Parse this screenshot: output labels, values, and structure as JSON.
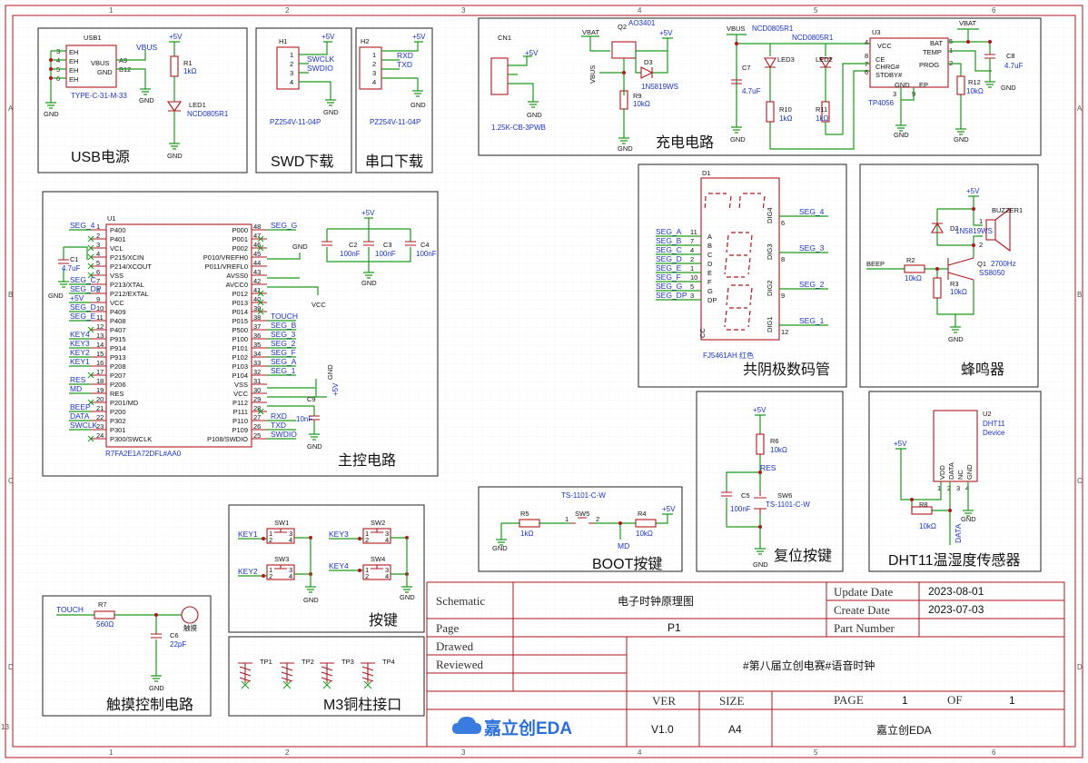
{
  "border": {
    "cols": [
      "1",
      "2",
      "3",
      "4",
      "5",
      "6"
    ],
    "rows": [
      "A",
      "B",
      "C",
      "D"
    ],
    "corner_number": "13"
  },
  "modules": {
    "usb": "USB电源",
    "swd": "SWD下载",
    "uart": "串口下载",
    "charge": "充电电路",
    "seg": "共阴极数码管",
    "buzzer": "蜂鸣器",
    "mcu": "主控电路",
    "reset": "复位按键",
    "dht": "DHT11温湿度传感器",
    "boot": "BOOT按键",
    "keys": "按键",
    "touch": "触摸控制电路",
    "m3": "M3铜柱接口"
  },
  "usb_block": {
    "connector_ref": "USB1",
    "connector_part": "TYPE-C-31-M-33",
    "pins": [
      "EH",
      "EH",
      "EH",
      "EH"
    ],
    "pin_nums": [
      "3",
      "4",
      "5",
      "6"
    ],
    "vbus_pin": "A9",
    "gnd_pin": "B12",
    "vbus_label": "VBUS",
    "gnd_label": "GND",
    "vbus_net": "VBUS",
    "supply": "+5V",
    "r_ref": "R1",
    "r_val": "1kΩ",
    "led_ref": "LED1",
    "led_part": "NCD0805R1",
    "gnd": "GND"
  },
  "swd_block": {
    "ref": "H1",
    "supply": "+5V",
    "nets": [
      "SWCLK",
      "SWDIO"
    ],
    "pins": [
      "1",
      "2",
      "3",
      "4"
    ],
    "part": "PZ254V-11-04P",
    "gnd": "GND"
  },
  "uart_block": {
    "ref": "H2",
    "supply": "+5V",
    "nets": [
      "RXD",
      "TXD"
    ],
    "pins": [
      "1",
      "2",
      "3",
      "4"
    ],
    "part": "PZ254V-11-04P",
    "gnd": "GND"
  },
  "charge_block": {
    "cn_ref": "CN1",
    "cn_part": "1.25K-CB-3PWB",
    "cn_supply": "+5V",
    "vbat": "VBAT",
    "q_ref": "Q2",
    "q_part": "AO3401",
    "supply": "+5V",
    "d_ref": "D3",
    "d_part": "1N5819WS",
    "vbus": "VBUS",
    "r9_ref": "R9",
    "r9_val": "10kΩ",
    "vbus2": "VBUS",
    "led3_part": "NCD0805R1",
    "led2_part": "NCD0805R1",
    "c7_ref": "C7",
    "c7_val": "4.7uF",
    "led3_ref": "LED3",
    "led2_ref": "LED2",
    "r10_ref": "R10",
    "r10_val": "1kΩ",
    "r11_ref": "R11",
    "r11_val": "1kΩ",
    "u3_ref": "U3",
    "u3_part": "TP4056",
    "u3_pins_left": [
      "VCC",
      "CE",
      "CHRG#",
      "STDBY#"
    ],
    "u3_pin_nums_left": [
      "4",
      "8",
      "7",
      "6"
    ],
    "u3_pins_right": [
      "BAT",
      "TEMP",
      "PROG"
    ],
    "u3_pin_nums_right": [
      "5",
      "1",
      "2"
    ],
    "u3_pins_bottom": [
      "GND",
      "EP"
    ],
    "u3_pin_nums_bottom": [
      "3",
      "9"
    ],
    "vbat2": "VBAT",
    "c8_ref": "C8",
    "c8_val": "4.7uF",
    "r12_ref": "R12",
    "r12_val": "10kΩ",
    "gnd": "GND"
  },
  "mcu_block": {
    "ref": "U1",
    "part": "R7FA2E1A72DFL#AA0",
    "left_pins": [
      "P400",
      "P401",
      "VCL",
      "P215/XCIN",
      "P214/XCOUT",
      "VSS",
      "P213/XTAL",
      "P212/EXTAL",
      "VCC",
      "P409",
      "P408",
      "P407",
      "P915",
      "P914",
      "P913",
      "P208",
      "P207",
      "P206",
      "RES",
      "P201/MD",
      "P200",
      "P302",
      "P301",
      "P300/SWCLK"
    ],
    "left_nums": [
      "1",
      "2",
      "3",
      "4",
      "5",
      "6",
      "7",
      "8",
      "9",
      "10",
      "11",
      "12",
      "13",
      "14",
      "15",
      "16",
      "17",
      "18",
      "19",
      "20",
      "21",
      "22",
      "23",
      "24"
    ],
    "left_nets": [
      "SEG_4",
      "",
      "",
      "",
      "",
      "",
      "SEG_C",
      "SEG_DP",
      "+5V",
      "SEG_D",
      "SEG_E",
      "",
      "KEY4",
      "KEY3",
      "KEY2",
      "KEY1",
      "",
      "RES",
      "MD",
      "",
      "BEEP",
      "DATA",
      "SWCLK",
      ""
    ],
    "right_pins": [
      "P000",
      "P001",
      "P002",
      "P010/VREFH0",
      "P011/VREFL0",
      "AVSS0",
      "AVCC0",
      "P012",
      "P013",
      "P014",
      "P015",
      "P500",
      "P100",
      "P101",
      "P102",
      "P103",
      "P104",
      "VSS",
      "VCC",
      "P112",
      "P111",
      "P110",
      "P109",
      "P108/SWDIO"
    ],
    "right_nums": [
      "48",
      "47",
      "46",
      "45",
      "44",
      "43",
      "42",
      "41",
      "40",
      "39",
      "38",
      "37",
      "36",
      "35",
      "34",
      "33",
      "32",
      "31",
      "30",
      "29",
      "28",
      "27",
      "26",
      "25"
    ],
    "right_nets": [
      "SEG_G",
      "",
      "",
      "",
      "",
      "",
      "",
      "",
      "",
      "",
      "TOUCH",
      "SEG_B",
      "SEG_3",
      "SEG_2",
      "SEG_F",
      "SEG_A",
      "SEG_1",
      "",
      "",
      "",
      "",
      "RXD",
      "TXD",
      "SWDIO"
    ],
    "c1_ref": "C1",
    "c1_val": "4.7uF",
    "c2_ref": "C2",
    "c2_val": "100nF",
    "c3_ref": "C3",
    "c3_val": "100nF",
    "c4_ref": "C4",
    "c4_val": "100nF",
    "c9_ref": "C9",
    "c9_val": "10nF",
    "supply": "+5V",
    "vcc": "VCC",
    "gnd": "GND"
  },
  "seg_block": {
    "ref": "D1",
    "part": "FJ5461AH 红色",
    "seg_nets": [
      "SEG_A",
      "SEG_B",
      "SEG_C",
      "SEG_D",
      "SEG_E",
      "SEG_F",
      "SEG_G",
      "SEG_DP"
    ],
    "seg_letters": [
      "A",
      "B",
      "C",
      "D",
      "E",
      "F",
      "G",
      "DP"
    ],
    "seg_nums": [
      "11",
      "7",
      "4",
      "2",
      "1",
      "10",
      "5",
      "3"
    ],
    "digit_nets": [
      "SEG_4",
      "SEG_3",
      "SEG_2",
      "SEG_1"
    ],
    "digit_labels": [
      "DIG4",
      "DIG3",
      "DIG2",
      "DIG1"
    ],
    "digit_nums": [
      "6",
      "8",
      "9",
      "12"
    ],
    "cc": "CC"
  },
  "buzzer_block": {
    "supply": "+5V",
    "d_ref": "D2",
    "d_part": "1N5819WS",
    "bz_ref": "BUZZER1",
    "bz_pins": [
      "1",
      "2"
    ],
    "bz_freq": "2700Hz",
    "net": "BEEP",
    "r2_ref": "R2",
    "r2_val": "10kΩ",
    "q_ref": "Q1",
    "q_part": "SS8050",
    "r3_ref": "R3",
    "r3_val": "10kΩ",
    "gnd": "GND"
  },
  "reset_block": {
    "supply": "+5V",
    "r6_ref": "R6",
    "r6_val": "10kΩ",
    "net": "RES",
    "c5_ref": "C5",
    "c5_val": "100nF",
    "sw_ref": "SW6",
    "sw_part": "TS-1101-C-W",
    "gnd": "GND"
  },
  "dht_block": {
    "ref": "U2",
    "part": "DHT11",
    "sub": "Device",
    "pins": [
      "VDD",
      "DATA",
      "NC",
      "GND"
    ],
    "pin_nums": [
      "1",
      "2",
      "3",
      "4"
    ],
    "supply": "+5V",
    "r8_ref": "R8",
    "r8_val": "10kΩ",
    "net": "DATA",
    "gnd": "GND"
  },
  "boot_block": {
    "part_top": "TS-1101-C-W",
    "r5_ref": "R5",
    "r5_val": "1kΩ",
    "sw_ref": "SW5",
    "sw_pins": [
      "1",
      "2"
    ],
    "r4_ref": "R4",
    "r4_val": "10kΩ",
    "supply": "+5V",
    "net": "MD",
    "gnd": "GND"
  },
  "keys_block": {
    "refs": [
      "SW1",
      "SW2",
      "SW3",
      "SW4"
    ],
    "nets": [
      "KEY1",
      "KEY3",
      "KEY2",
      "KEY4"
    ],
    "pins": [
      "1",
      "2",
      "3",
      "4"
    ],
    "gnd": "GND"
  },
  "touch_block": {
    "net": "TOUCH",
    "r7_ref": "R7",
    "r7_val": "560Ω",
    "c6_ref": "C6",
    "c6_val": "22pF",
    "pad": "触摸",
    "gnd": "GND"
  },
  "m3_block": {
    "refs": [
      "TP1",
      "TP2",
      "TP3",
      "TP4"
    ]
  },
  "title_block": {
    "schematic_label": "Schematic",
    "schematic_value": "电子时钟原理图",
    "update_label": "Update Date",
    "update_value": "2023-08-01",
    "create_label": "Create Date",
    "create_value": "2023-07-03",
    "page_label": "Page",
    "page_value": "P1",
    "part_label": "Part Number",
    "part_value": "",
    "drawed_label": "Drawed",
    "reviewed_label": "Reviewed",
    "project": "#第八届立创电赛#语音时钟",
    "ver_label": "VER",
    "size_label": "SIZE",
    "pagenum_label": "PAGE",
    "pagenum_value": "1",
    "of_label": "OF",
    "of_value": "1",
    "logo": "嘉立创EDA",
    "ver_value": "V1.0",
    "size_value": "A4",
    "company": "嘉立创EDA"
  }
}
